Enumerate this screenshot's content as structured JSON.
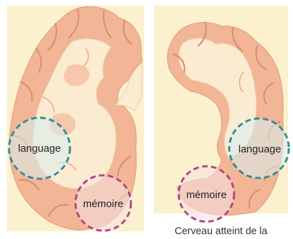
{
  "labels": {
    "healthy_language": "language",
    "healthy_memory": "mémoire",
    "affected_language": "language",
    "affected_memory": "mémoire"
  },
  "caption": "Cerveau atteint de la",
  "colors": {
    "panel_background": "#fbf1cf",
    "cortex": "#f2b596",
    "white_matter": "#fbebd0",
    "language_ring": "#2f8e97",
    "memory_ring": "#b2467f"
  }
}
